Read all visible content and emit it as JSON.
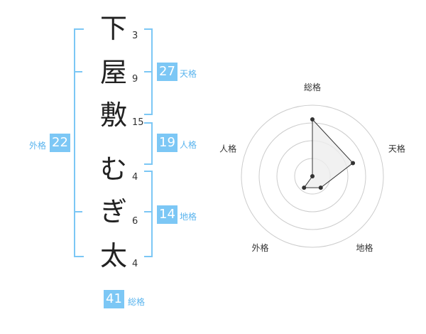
{
  "name_chars": [
    {
      "char": "下",
      "strokes": "3"
    },
    {
      "char": "屋",
      "strokes": "9"
    },
    {
      "char": "敷",
      "strokes": "15"
    },
    {
      "char": "む",
      "strokes": "4"
    },
    {
      "char": "ぎ",
      "strokes": "6"
    },
    {
      "char": "太",
      "strokes": "4"
    }
  ],
  "fortune": {
    "tenkaku": {
      "value": "27",
      "label": "天格"
    },
    "jinkaku": {
      "value": "19",
      "label": "人格"
    },
    "chikaku": {
      "value": "14",
      "label": "地格"
    },
    "gaikaku": {
      "value": "22",
      "label": "外格"
    },
    "soukaku": {
      "value": "41",
      "label": "総格"
    }
  },
  "chart_data": {
    "type": "radar",
    "axes": [
      "総格",
      "天格",
      "地格",
      "外格",
      "人格"
    ],
    "values": [
      4,
      3,
      1,
      1,
      0
    ],
    "rmax": 5,
    "grid_rings": 4,
    "colors": {
      "fill": "#eeeeee",
      "stroke": "#333333",
      "grid": "#cccccc",
      "point": "#333333",
      "center": "#bbbbbb"
    }
  }
}
